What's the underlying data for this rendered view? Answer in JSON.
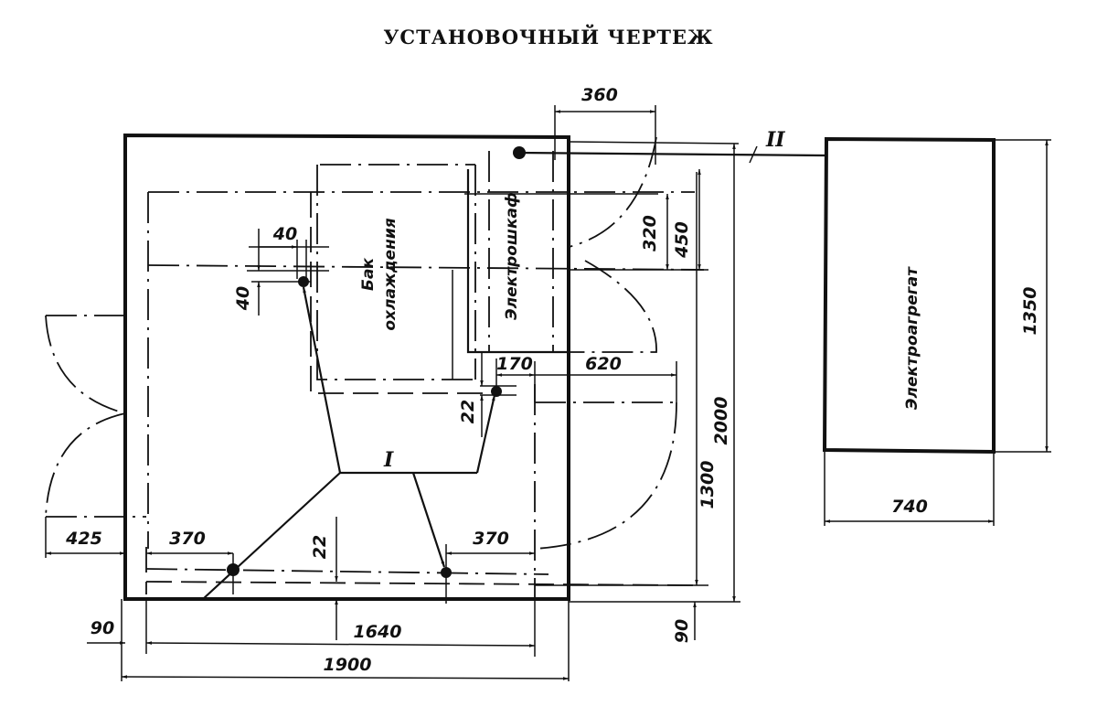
{
  "title": "УСТАНОВОЧНЫЙ ЧЕРТЕЖ",
  "components": {
    "tank": {
      "line1": "Бак",
      "line2": "охлаждения"
    },
    "cabinet": "Электрошкаф",
    "generator": "Электроагрегат"
  },
  "markers": {
    "group_one": "I",
    "cable_two": "II"
  },
  "dimensions": {
    "d360": "360",
    "d40_h": "40",
    "d40_v": "40",
    "d320": "320",
    "d450": "450",
    "d170": "170",
    "d620": "620",
    "d22_upper": "22",
    "d2000": "2000",
    "d1300": "1300",
    "d425": "425",
    "d370_left": "370",
    "d22_lower": "22",
    "d370_right": "370",
    "d90_left": "90",
    "d1640": "1640",
    "d90_right": "90",
    "d1900": "1900",
    "d1350": "1350",
    "d740": "740"
  }
}
